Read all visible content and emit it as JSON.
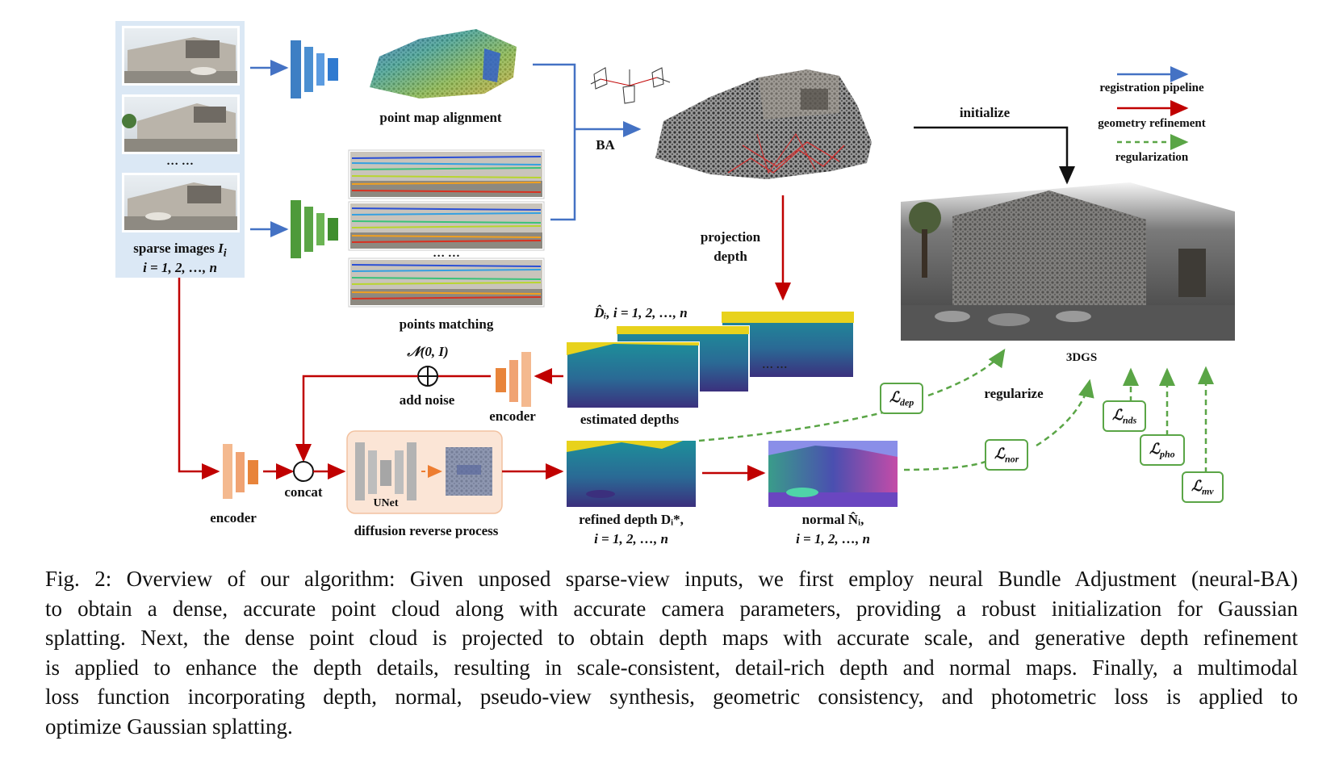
{
  "figure": {
    "input": {
      "label": "sparse images ",
      "sym": "I",
      "sub": "i",
      "index": "i = 1, 2, …, n",
      "ellipsis": "… …"
    },
    "point_map_alignment": "point map alignment",
    "points_matching": "points matching",
    "matching_ellipsis": "… …",
    "ba": "BA",
    "initialize": "initialize",
    "projection_depth": [
      "projection",
      "depth"
    ],
    "depth_index": "D̂ᵢ, i = 1, 2, …, n",
    "depth_ellipsis": "… …",
    "estimated_depths": "estimated depths",
    "noise_formula": "𝒩(0, I)",
    "add_noise": "add noise",
    "encoder_top": "encoder",
    "encoder_bottom": "encoder",
    "concat": "concat",
    "unet": "UNet",
    "diffusion": "diffusion reverse process",
    "refined_depth": [
      "refined depth Dᵢ*,",
      "i = 1, 2, …, n"
    ],
    "normal": [
      "normal N̂ᵢ,",
      "i = 1, 2, …, n"
    ],
    "threedgs": "3DGS",
    "regularize": "regularize",
    "legend": [
      {
        "label": "registration pipeline",
        "color": "#4472c4",
        "style": "solid"
      },
      {
        "label": "geometry refinement",
        "color": "#c00000",
        "style": "solid"
      },
      {
        "label": "regularization",
        "color": "#5aa546",
        "style": "dashed"
      }
    ],
    "losses": [
      {
        "sym": "ℒ",
        "sub": "dep"
      },
      {
        "sym": "ℒ",
        "sub": "nor"
      },
      {
        "sym": "ℒ",
        "sub": "nds"
      },
      {
        "sym": "ℒ",
        "sub": "pho"
      },
      {
        "sym": "ℒ",
        "sub": "mv"
      }
    ]
  },
  "caption": {
    "lines": [
      "Fig. 2: Overview of our algorithm: Given unposed sparse-view inputs, we first employ neural Bundle Adjustment (neural-BA)",
      "to obtain a dense, accurate point cloud along with accurate camera parameters, providing a robust initialization for Gaussian",
      "splatting. Next, the dense point cloud is projected to obtain depth maps with accurate scale, and generative depth refinement",
      "is applied to enhance the depth details, resulting in scale-consistent, detail-rich depth and normal maps. Finally, a multimodal",
      "loss function incorporating depth, normal, pseudo-view synthesis, geometric consistency, and photometric loss is applied to",
      "optimize Gaussian splatting."
    ]
  }
}
